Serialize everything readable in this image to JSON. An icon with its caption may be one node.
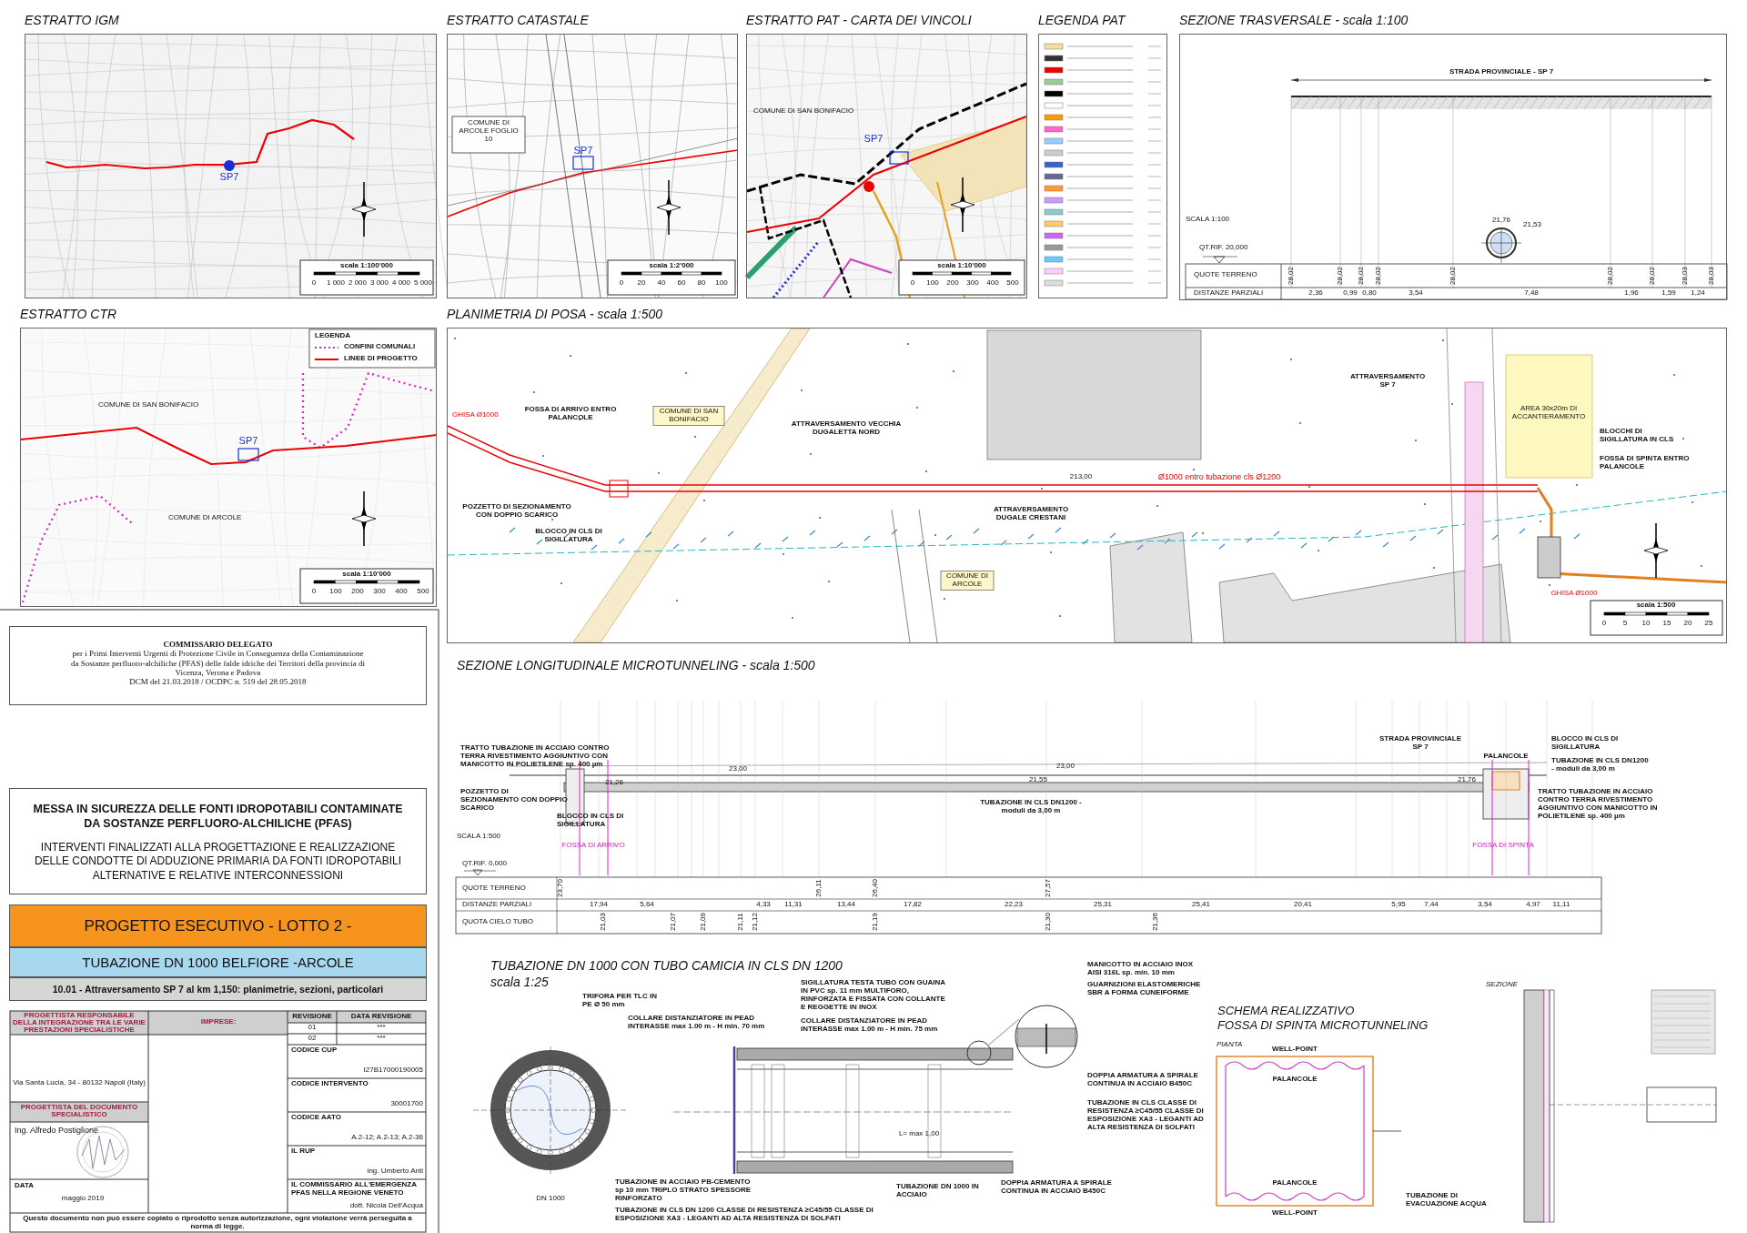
{
  "diagram": {
    "nodes": [
      {
        "text": [
          "ESTRATTO IGM"
        ]
      },
      {
        "text": [
          "ESTRATTO CATASTALE"
        ]
      },
      {
        "text": [
          "ESTRATTO PAT - CARTA DEI VINCOLI"
        ]
      },
      {
        "text": [
          "LEGENDA PAT"
        ]
      },
      {
        "text": [
          "SEZIONE TRASVERSALE - scala 1:100"
        ]
      },
      {
        "text": [
          "ESTRATTO CTR"
        ]
      },
      {
        "text": [
          "PLANIMETRIA DI POSA - scala 1:500"
        ]
      },
      {
        "text": [
          "COMMISSARIO DELEGATO",
          "per i Primi Interventi Urgenti di Protezione Civile in Conseguenza della Contaminazione da Sostanze perfluoro-alchiliche (PFAS) delle falde idriche dei Territori della provincia di Vicenza, Verona e Padova",
          "DCM del 21.03.2018 / OCDPC n. 519 del 28.05.2018"
        ]
      },
      {
        "text": [
          "MESSA IN SICUREZZA DELLE FONTI IDROPOTABILI CONTAMINATE DA SOSTANZE PERFLUORO-ALCHILICHE (PFAS)",
          "INTERVENTI FINALIZZATI ALLA PROGETTAZIONE E REALIZZAZIONE DELLE CONDOTTE DI ADDUZIONE PRIMARIA DA FONTI IDROPOTABILI ALTERNATIVE E RELATIVE INTERCONNESSIONI"
        ]
      },
      {
        "text": [
          "PROGETTO ESECUTIVO - LOTTO 2 -"
        ]
      },
      {
        "text": [
          "TUBAZIONE DN 1000 BELFIORE -ARCOLE"
        ]
      },
      {
        "text": [
          "10.01 - Attraversamento SP 7 al km 1,150: planimetrie, sezioni, particolari"
        ]
      }
    ],
    "labels": [
      "SP7",
      "scala 1:100'000",
      "0",
      "1 000",
      "2 000",
      "3 000",
      "4 000",
      "5 000",
      "COMUNE DI ARCOLE FOGLIO 10",
      "SP7",
      "scala 1:2'000",
      "0",
      "20",
      "40",
      "60",
      "80",
      "100",
      "COMUNE DI SAN BONIFACIO",
      "SP7",
      "scala 1:10'000",
      "0",
      "100",
      "200",
      "300",
      "400",
      "500",
      "LEGENDA",
      "COMUNE DI SAN BONIFACIO",
      "SP7",
      "COMUNE DI ARCOLE",
      "scala 1:10'000",
      "0",
      "100",
      "200",
      "300",
      "400",
      "500",
      "STRADA PROVINCIALE - SP 7",
      "SCALA 1:100",
      "QT.RIF. 20,000",
      "21,76",
      "21,53",
      "QUOTE TERRENO",
      "28,02",
      "28,02",
      "28,02",
      "28,02",
      "28,02",
      "28,02",
      "28,02",
      "28,03",
      "28,03",
      "DISTANZE PARZIALI",
      "2,36",
      "0,99",
      "0,80",
      "3,54",
      "7,48",
      "1,96",
      "1,59",
      "1,24",
      "FOSSA DI ARRIVO ENTRO PALANCOLE",
      "COMUNE DI SAN BONIFACIO",
      "ATTRAVERSAMENTO VECCHIA DUGALETTA NORD",
      "ATTRAVERSAMENTO SP 7",
      "AREA 30x20m DI ACCANTIERAMENTO",
      "BLOCCHI DI SIGILLATURA IN CLS",
      "FOSSA DI SPINTA ENTRO PALANCOLE",
      "GHISA Ø1000",
      "213,00",
      "Ø1000 entro tubazione cls Ø1200",
      "POZZETTO DI SEZIONAMENTO CON DOPPIO SCARICO",
      "BLOCCO IN CLS DI SIGILLATURA",
      "ATTRAVERSAMENTO DUGALE CRESTANI",
      "COMUNE DI ARCOLE",
      "GHISA Ø1000",
      "scala 1:500",
      "0",
      "5",
      "10",
      "15",
      "20",
      "25",
      "SEZIONE LONGITUDINALE MICROTUNNELING - scala 1:500",
      "TRATTO TUBAZIONE IN ACCIAIO CONTRO TERRA RIVESTIMENTO AGGIUNTIVO CON MANICOTTO IN POLIETILENE sp. 400 µm",
      "POZZETTO DI SEZIONAMENTO CON DOPPIO SCARICO",
      "BLOCCO IN CLS DI SIGILLATURA",
      "21,26",
      "23,00",
      "FOSSA DI ARRIVO",
      "SCALA 1:500",
      "QT.RIF. 0,000",
      "TUBAZIONE IN CLS DN1200 - moduli da 3,00 m",
      "21,55",
      "23,00",
      "STRADA PROVINCIALE SP 7",
      "21,76",
      "PALANCOLE",
      "BLOCCO IN CLS DI SIGILLATURA",
      "TUBAZIONE IN CLS DN1200 - moduli da 3,00 m",
      "TRATTO TUBAZIONE IN ACCIAIO CONTRO TERRA RIVESTIMENTO AGGIUNTIVO CON MANICOTTO IN POLIETILENE sp. 400 µm",
      "FOSSA DI SPINTA",
      "QUOTE TERRENO",
      "23,70",
      "26,11",
      "26,40",
      "27,57",
      "DISTANZE PARZIALI",
      "17,94",
      "5,64",
      "4,33",
      "11,31",
      "13,44",
      "17,82",
      "22,23",
      "25,31",
      "25,41",
      "20,41",
      "5,95",
      "7,44",
      "3,54",
      "4,97",
      "11,11",
      "QUOTA CIELO TUBO",
      "21,03",
      "21,07",
      "21,09",
      "21,11",
      "21,12",
      "21,19",
      "21,30",
      "21,36",
      "TUBAZIONE DN 1000 CON TUBO CAMICIA IN CLS DN 1200",
      "scala 1:25",
      "TRIFORA PER TLC IN PE Ø 50 mm",
      "COLLARE DISTANZIATORE IN PEAD INTERASSE max 1.00 m - H min. 70 mm",
      "SIGILLATURA TESTA TUBO CON GUAINA IN PVC sp. 11 mm MULTIFORO, RINFORZATA E FISSATA CON COLLANTE E REGGETTE IN INOX",
      "COLLARE DISTANZIATORE IN PEAD INTERASSE max 1.00 m - H min. 75 mm",
      "TUBAZIONE IN ACCIAIO PB-CEMENTO sp 10 mm TRIPLO STRATO SPESSORE RINFORZATO",
      "TUBAZIONE IN CLS DN 1200 CLASSE DI RESISTENZA ≥C45/55 CLASSE DI ESPOSIZIONE XA3 - LEGANTI AD ALTA RESISTENZA DI SOLFATI",
      "TUBAZIONE DN 1000 IN ACCIAIO",
      "DOPPIA ARMATURA A SPIRALE CONTINUA IN ACCIAIO B450C",
      "MANICOTTO IN ACCIAIO INOX AISI 316L sp. min. 10 mm",
      "GUARNIZIONI ELASTOMERICHE SBR A FORMA CUNEIFORME",
      "DOPPIA ARMATURA A SPIRALE CONTINUA IN ACCIAIO B450C",
      "TUBAZIONE IN CLS CLASSE DI RESISTENZA ≥C45/55 CLASSE DI ESPOSIZIONE XA3 - LEGANTI AD ALTA RESISTENZA DI SOLFATI",
      "DN 1000",
      "L= max 1,00",
      "SCHEMA REALIZZATIVO",
      "FOSSA DI SPINTA MICROTUNNELING",
      "PIANTA",
      "WELL-POINT",
      "PALANCOLE",
      "PALANCOLE",
      "WELL-POINT",
      "TUBAZIONE DI EVACUAZIONE ACQUA",
      "SEZIONE",
      "PROGETTISTA RESPONSABILE DELLA INTEGRAZIONE TRA LE VARIE PRESTAZIONI SPECIALISTICHE",
      "IMPRESE:",
      "REVISIONE",
      "DATA REVISIONE",
      "01",
      "***",
      "02",
      "***",
      "CODICE CUP",
      "I27B17000190005",
      "Via Santa Lucia, 34 - 80132 Napoli (Italy)",
      "CODICE INTERVENTO",
      "30001700",
      "PROGETTISTA DEL DOCUMENTO SPECIALISTICO",
      "Ing. Alfredo Postiglione",
      "CODICE AATO",
      "A.2-12; A.2-13; A.2-36",
      "IL RUP",
      "ing. Umberto Anti",
      "DATA",
      "maggio 2019",
      "IL COMMISSARIO ALL'EMERGENZA PFAS NELLA REGIONE VENETO",
      "dott. Nicola Dell'Acqua",
      "Questo documento non può essere copiato o riprodotto senza autorizzazione, ogni violazione verrà perseguita a norma di legge."
    ],
    "legend": [
      {
        "text": "CONFINI COMUNALI"
      },
      {
        "text": "LINEE DI PROGETTO"
      }
    ]
  }
}
